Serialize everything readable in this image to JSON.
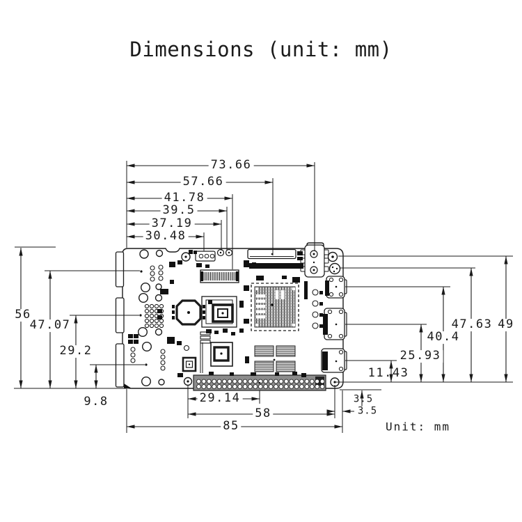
{
  "title": "Dimensions (unit: mm)",
  "unit_note": "Unit: mm",
  "dims": {
    "top": [
      "73.66",
      "57.66",
      "41.78",
      "39.5",
      "37.19",
      "30.48"
    ],
    "left": [
      "56",
      "47.07",
      "29.2",
      "9.8"
    ],
    "right": [
      "47.63",
      "49",
      "40.4",
      "25.93",
      "11.43"
    ],
    "bottom": [
      "29.14",
      "58",
      "85"
    ],
    "offsets": [
      "3.5",
      "3.5"
    ]
  },
  "colors": {
    "line": "#1a1a1a",
    "header_fill": "#8c8c8c",
    "pad_fill": "#c4c4c4"
  }
}
